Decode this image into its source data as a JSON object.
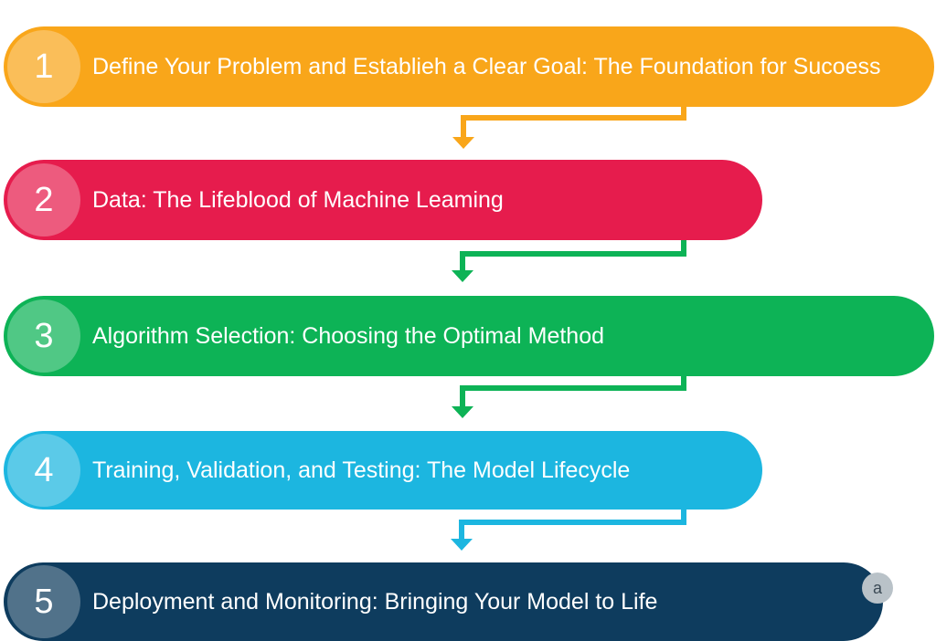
{
  "steps": [
    {
      "number": "1",
      "label": "Define Your Problem and Establieh a Clear Goal: The Foundation for Sucoess",
      "color": "#f9a61a"
    },
    {
      "number": "2",
      "label": "Data: The Lifeblood of Machine Leaming",
      "color": "#e61c4d"
    },
    {
      "number": "3",
      "label": "Algorithm Selection: Choosing the Optimal Method",
      "color": "#0db356"
    },
    {
      "number": "4",
      "label": "Training, Validation, and Testing: The Model Lifecycle",
      "color": "#1cb6e0"
    },
    {
      "number": "5",
      "label": "Deployment and Monitoring: Bringing Your Model to Life",
      "color": "#0e3c5e"
    }
  ],
  "connector_colors": [
    "#f9a61a",
    "#0db356",
    "#0db356",
    "#1cb6e0"
  ],
  "corner_badge": {
    "text": "a",
    "icon": "watermark-icon"
  }
}
